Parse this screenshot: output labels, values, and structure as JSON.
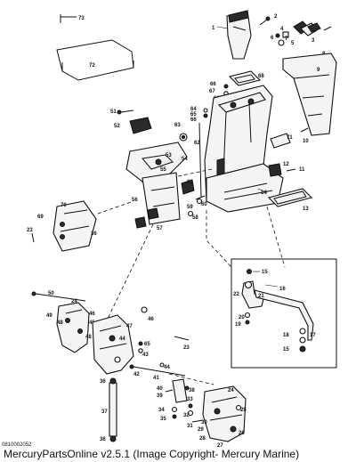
{
  "footer": {
    "code": "0810002052",
    "copyright": "MercuryPartsOnline v2.5.1 (Image Copyright- Mercury Marine)"
  },
  "callouts": {
    "c1": "1",
    "c2": "2",
    "c3": "3",
    "c4": "4",
    "c5": "5",
    "c6": "6",
    "c7": "7",
    "c8": "8",
    "c9": "9",
    "c10": "10",
    "c11": "11",
    "c12": "12",
    "c13": "13",
    "c14": "14",
    "c15": "15",
    "c15b": "15",
    "c16": "16",
    "c17": "17",
    "c18": "18",
    "c19": "19",
    "c20": "20",
    "c21": "21",
    "c22": "22",
    "c23": "23",
    "c23b": "23",
    "c24": "24",
    "c24b": "24",
    "c25": "25",
    "c26": "26",
    "c27": "27",
    "c28": "28",
    "c29": "29",
    "c30": "30",
    "c31": "31",
    "c32": "32",
    "c33": "33",
    "c34": "34",
    "c35": "35",
    "c36": "36",
    "c36b": "36",
    "c37": "37",
    "c38": "38",
    "c39": "39",
    "c40": "40",
    "c41": "41",
    "c42": "42",
    "c43": "43",
    "c44": "44",
    "c45": "45",
    "c46": "46",
    "c46b": "46",
    "c47": "47",
    "c48": "48",
    "c49": "49",
    "c50": "50",
    "c51": "51",
    "c52": "52",
    "c53": "53",
    "c54": "54",
    "c55": "55",
    "c56": "56",
    "c57": "57",
    "c58": "58",
    "c59": "59",
    "c60": "60",
    "c61": "61",
    "c62": "62",
    "c63": "63",
    "c64": "64",
    "c65": "65",
    "c66": "66",
    "c67": "67",
    "c68": "68",
    "c69": "69",
    "c70": "70",
    "c71": "71",
    "c72": "72",
    "c73": "73"
  }
}
